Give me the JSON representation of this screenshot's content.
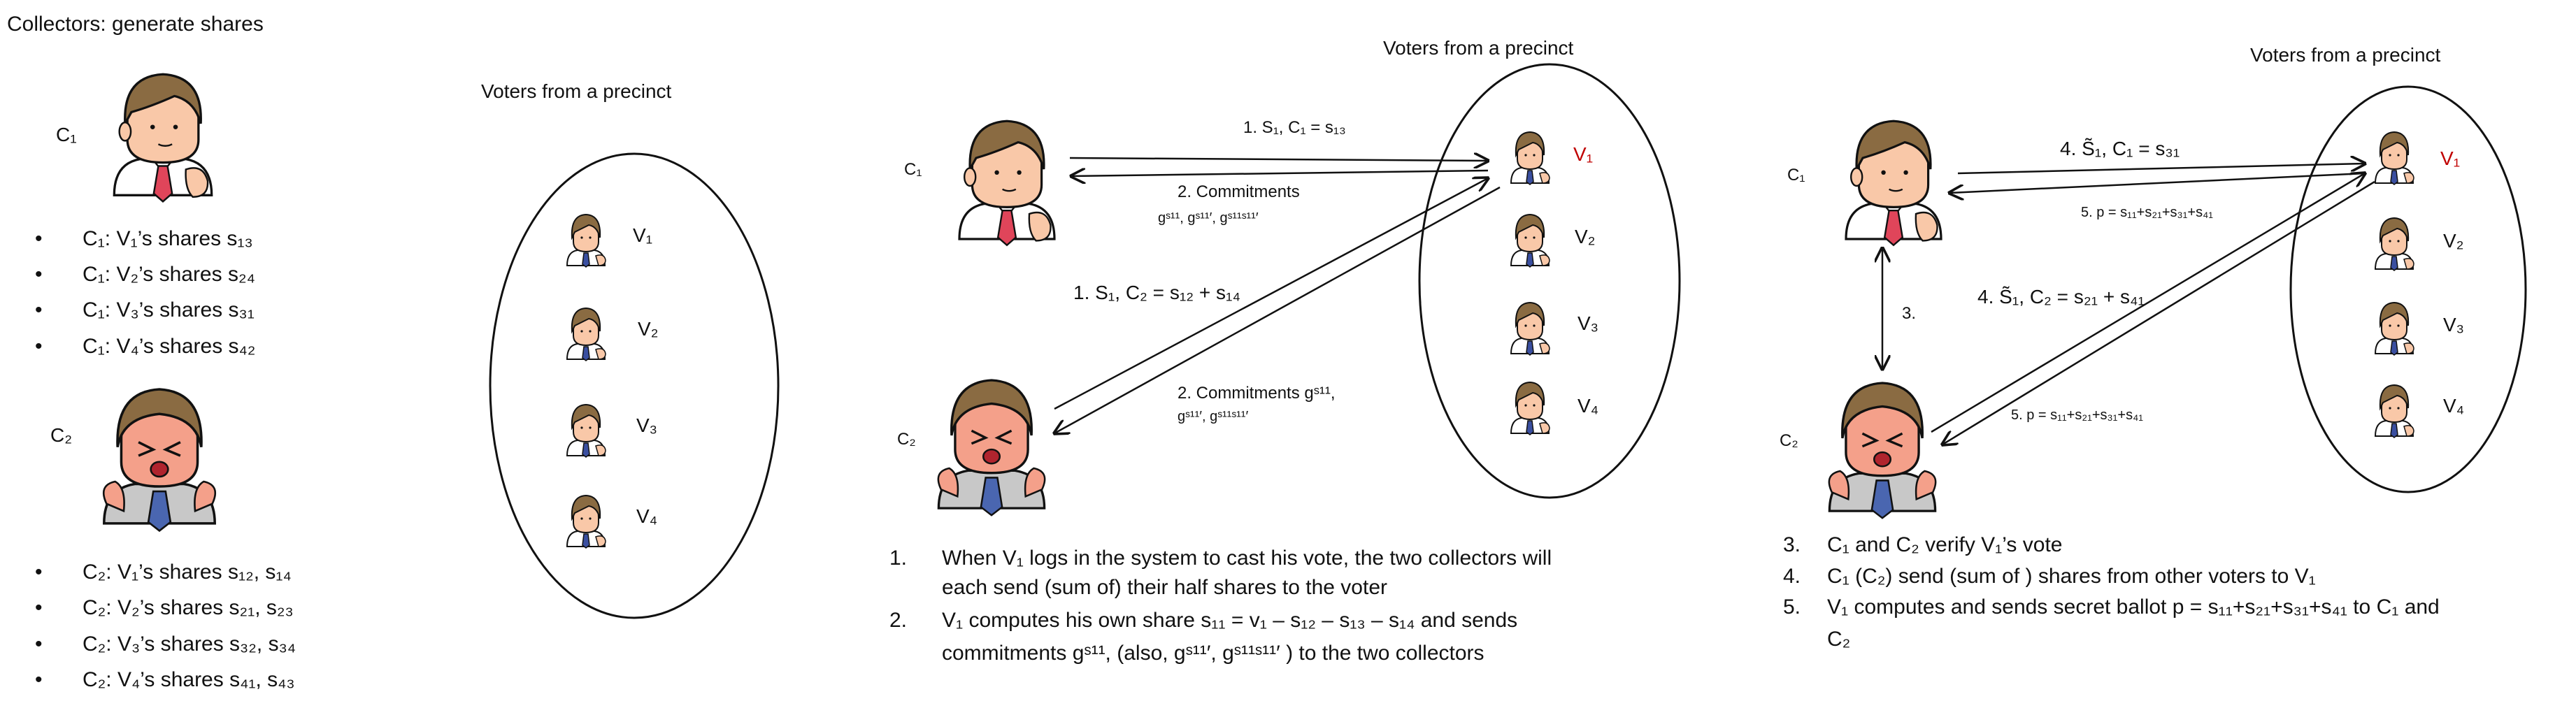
{
  "panel1": {
    "title": "Collectors: generate shares",
    "c1_label": "C₁",
    "c2_label": "C₂",
    "c1_shares": [
      "C₁: V₁’s shares s₁₃",
      "C₁: V₂’s shares s₂₄",
      "C₁: V₃’s shares s₃₁",
      "C₁: V₄’s shares s₄₂"
    ],
    "c2_shares": [
      "C₂: V₁’s shares s₁₂, s₁₄",
      "C₂: V₂’s shares s₂₁, s₂₃",
      "C₂: V₃’s shares s₃₂, s₃₄",
      "C₂: V₄’s shares s₄₁, s₄₃"
    ],
    "voters_title": "Voters from a precinct",
    "voters": [
      "V₁",
      "V₂",
      "V₃",
      "V₄"
    ]
  },
  "panel2": {
    "voters_title": "Voters from a precinct",
    "c1_label": "C₁",
    "c2_label": "C₂",
    "voters": [
      "V₁",
      "V₂",
      "V₃",
      "V₄"
    ],
    "arrow1": "1. S₁, C₁ = s₁₃",
    "arrow2_l1": "2. Commitments",
    "arrow2_l2": "gˢ¹¹, gˢ¹¹′, gˢ¹¹ˢ¹¹′",
    "arrow3": "1. S₁, C₂ = s₁₂ + s₁₄",
    "arrow4_l1": "2. Commitments gˢ¹¹,",
    "arrow4_l2": "gˢ¹¹′, gˢ¹¹ˢ¹¹′",
    "steps": [
      {
        "num": "1.",
        "lines": [
          "When V₁ logs in the system to cast his vote, the two collectors will",
          "each send (sum of) their half shares to the voter"
        ]
      },
      {
        "num": "2.",
        "lines": [
          "V₁ computes his own share s₁₁ = v₁ – s₁₂ – s₁₃ – s₁₄ and sends",
          "commitments gˢ¹¹, (also, gˢ¹¹′, gˢ¹¹ˢ¹¹′ ) to the two collectors"
        ]
      }
    ]
  },
  "panel3": {
    "voters_title": "Voters from a precinct",
    "c1_label": "C₁",
    "c2_label": "C₂",
    "voters": [
      "V₁",
      "V₂",
      "V₃",
      "V₄"
    ],
    "arrow_c1": "4. S̃₁, C₁ = s₃₁",
    "arrow_p1": "5. p = s₁₁+s₂₁+s₃₁+s₄₁",
    "verify": "3.",
    "arrow_c2": "4. S̃₁, C₂ = s₂₁ + s₄₁",
    "arrow_p2": "5. p = s₁₁+s₂₁+s₃₁+s₄₁",
    "steps": [
      {
        "num": "3.",
        "lines": [
          "C₁ and C₂ verify V₁’s vote"
        ]
      },
      {
        "num": "4.",
        "lines": [
          "C₁ (C₂) send (sum of ) shares from other voters to V₁"
        ]
      },
      {
        "num": "5.",
        "lines": [
          "V₁ computes and sends secret ballot p = s₁₁+s₂₁+s₃₁+s₄₁ to C₁ and",
          "C₂"
        ]
      }
    ]
  },
  "colors": {
    "highlight_voter": "#c00000",
    "skin": "#f9c8a8",
    "hair": "#8a6b42"
  }
}
